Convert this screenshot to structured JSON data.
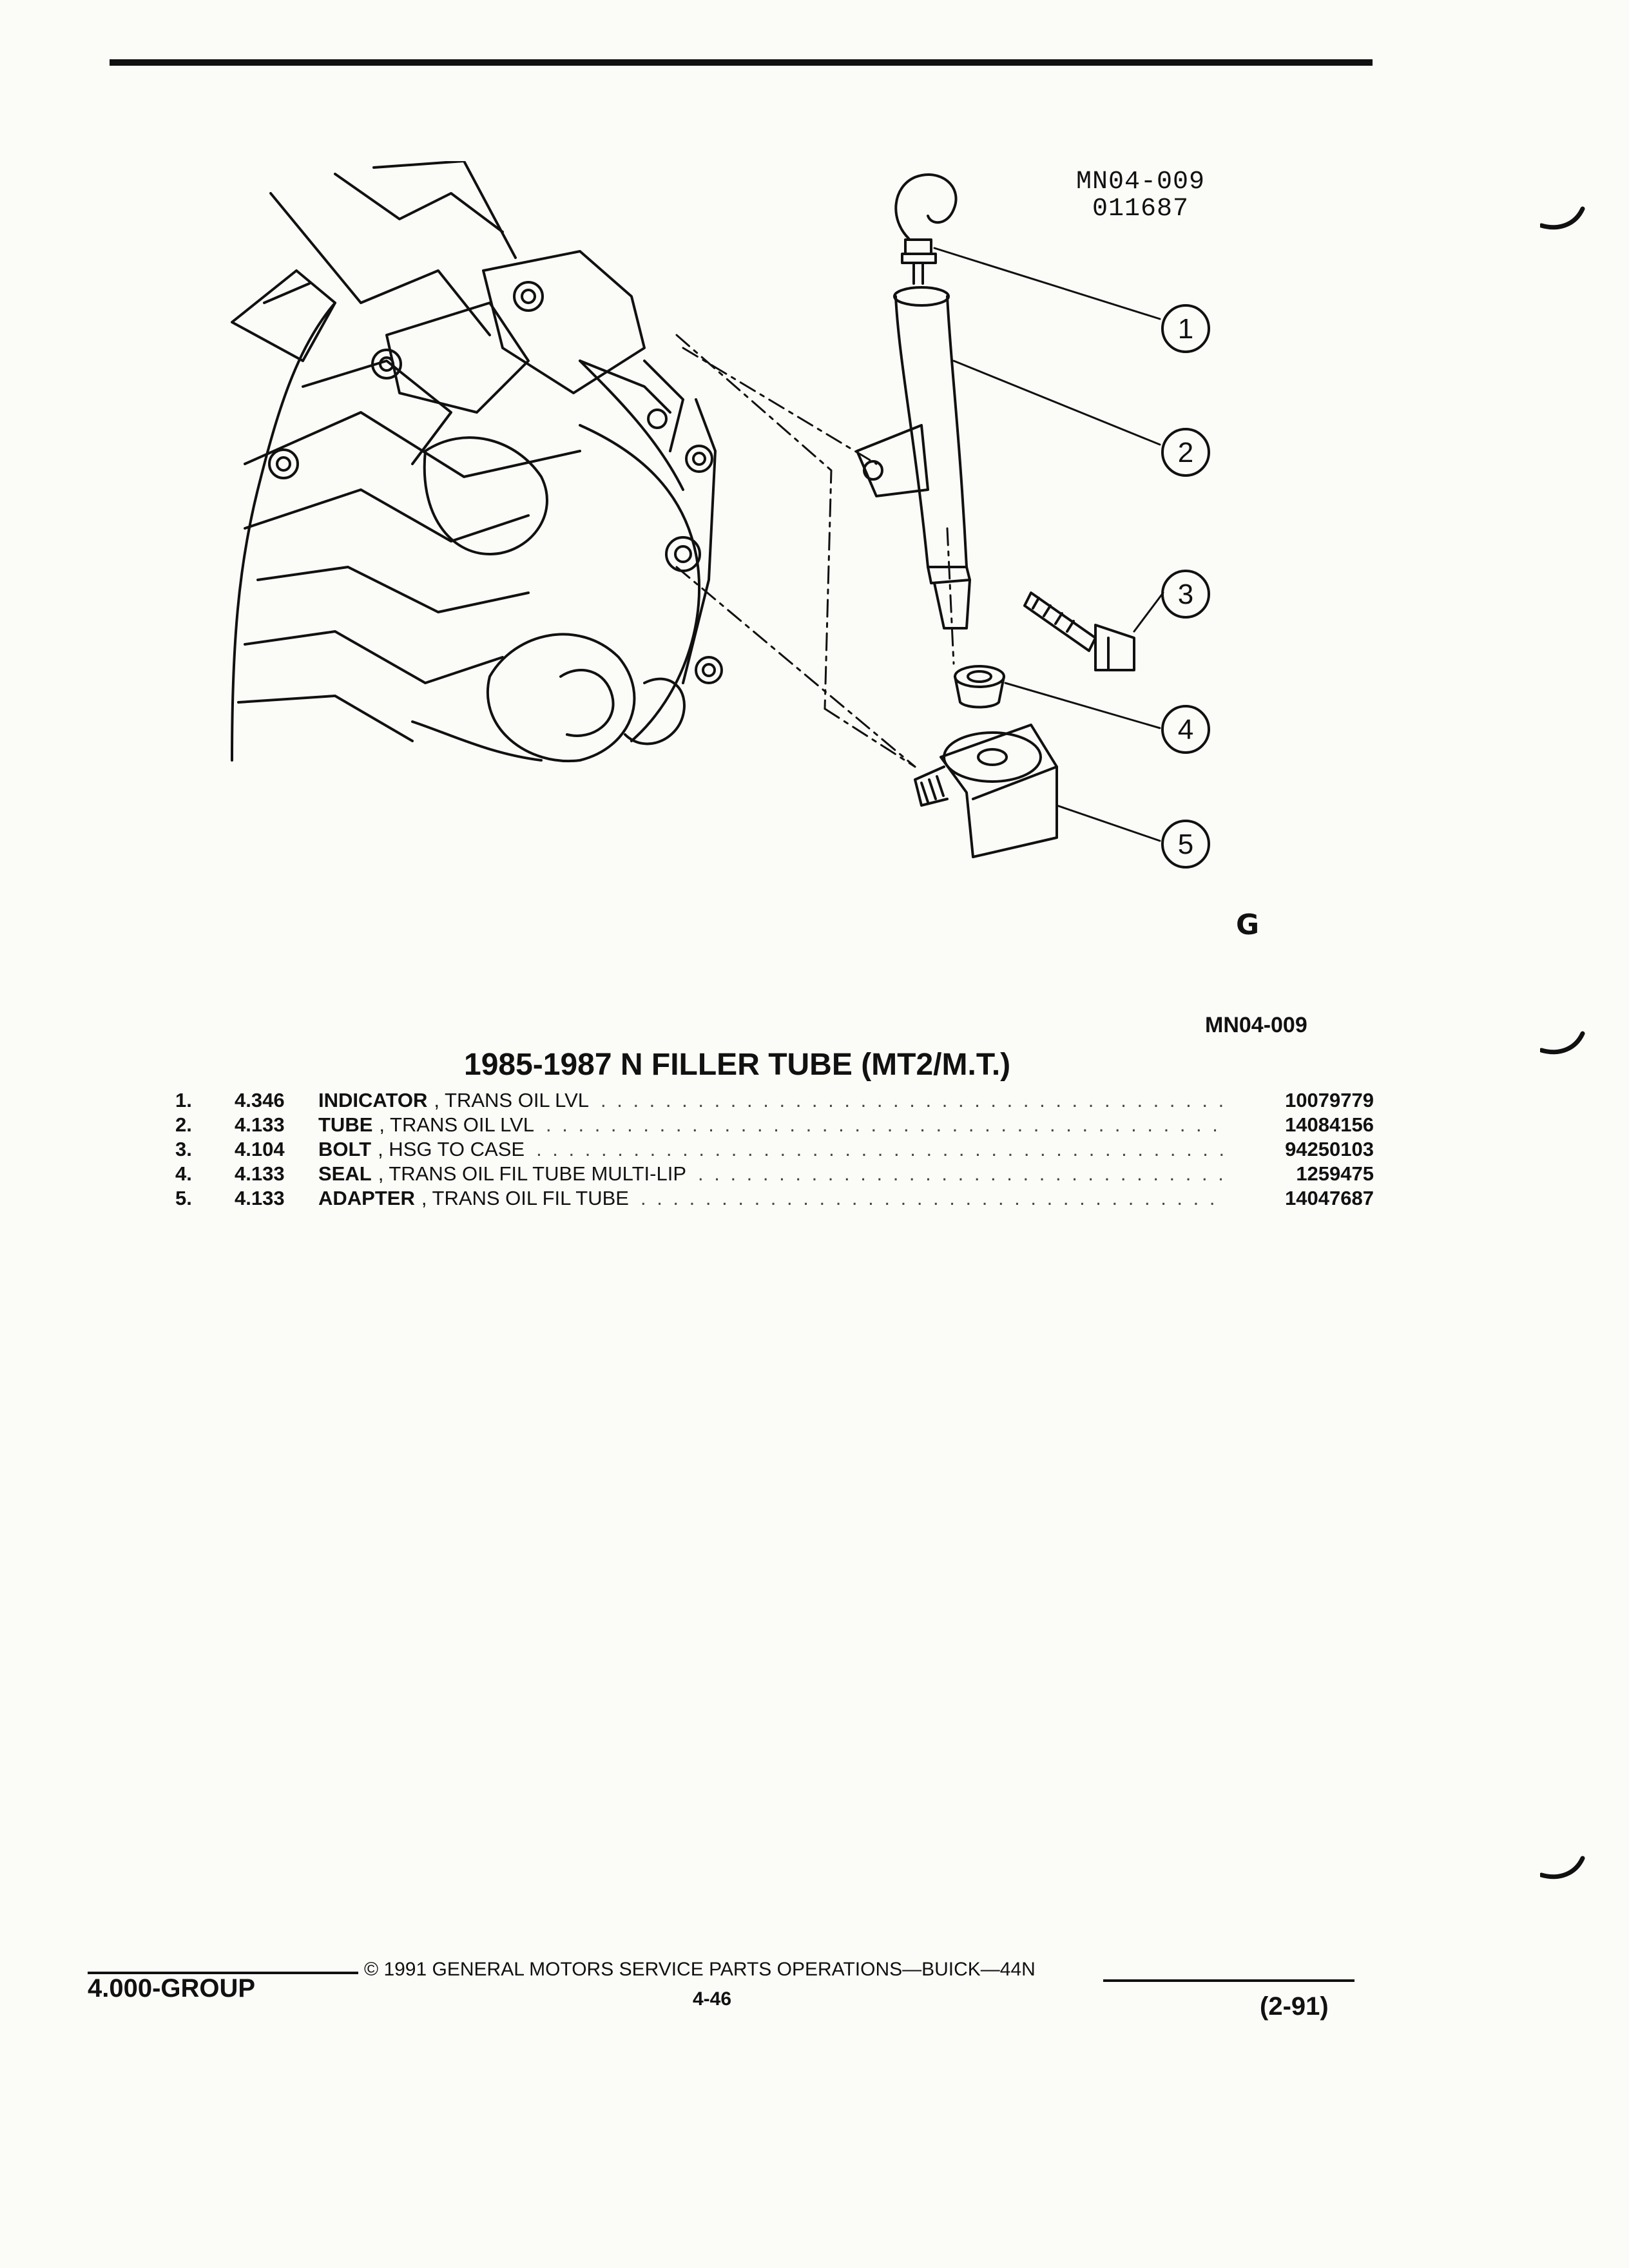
{
  "figure": {
    "code_line1": "MN04-009",
    "code_line2": "011687",
    "callouts": [
      "1",
      "2",
      "3",
      "4",
      "5"
    ],
    "logo_glyph": "G",
    "reference": "MN04-009"
  },
  "section": {
    "title": "1985-1987 N FILLER TUBE (MT2/M.T.)"
  },
  "parts": [
    {
      "num": "1.",
      "code": "4.346",
      "name": "INDICATOR",
      "desc": ", TRANS OIL LVL",
      "part_no": "10079779"
    },
    {
      "num": "2.",
      "code": "4.133",
      "name": "TUBE",
      "desc": ", TRANS OIL LVL",
      "part_no": "14084156"
    },
    {
      "num": "3.",
      "code": "4.104",
      "name": "BOLT",
      "desc": ", HSG TO CASE",
      "part_no": "94250103"
    },
    {
      "num": "4.",
      "code": "4.133",
      "name": "SEAL",
      "desc": ", TRANS OIL FIL TUBE MULTI-LIP",
      "part_no": "1259475"
    },
    {
      "num": "5.",
      "code": "4.133",
      "name": "ADAPTER",
      "desc": ", TRANS OIL FIL TUBE",
      "part_no": "14047687"
    }
  ],
  "footer": {
    "group": "4.000-GROUP",
    "copyright": "© 1991 GENERAL MOTORS SERVICE PARTS OPERATIONS—BUICK—44N",
    "page": "4-46",
    "date": "(2-91)"
  }
}
